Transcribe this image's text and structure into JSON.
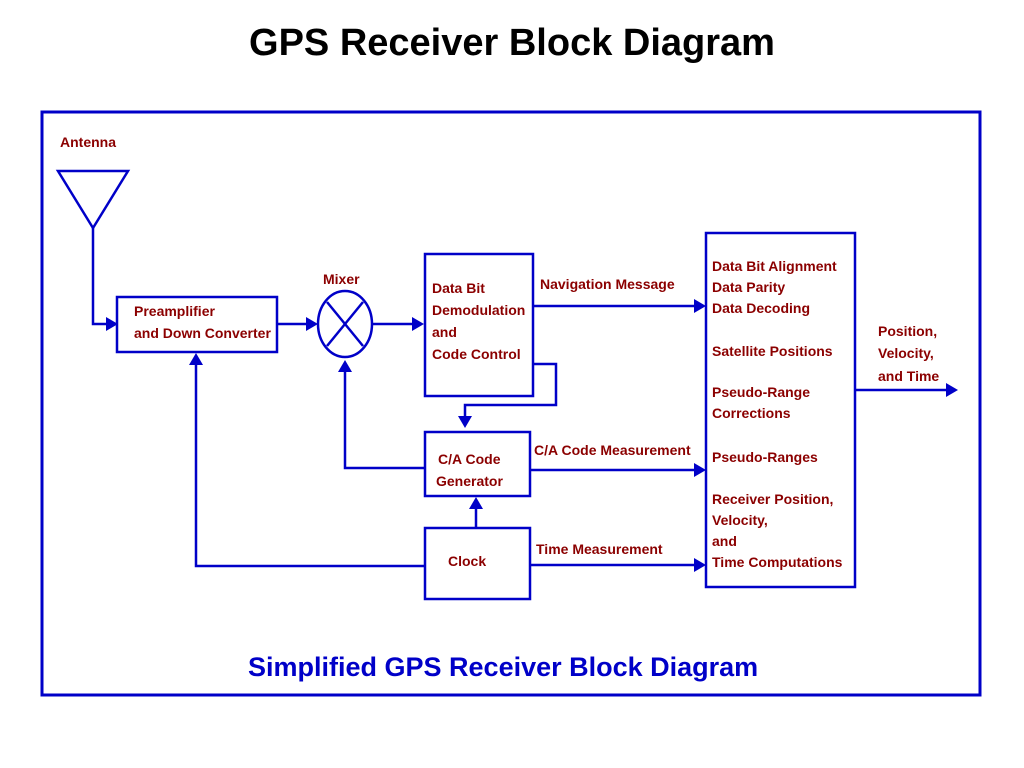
{
  "title": "GPS Receiver Block Diagram",
  "caption": "Simplified GPS Receiver Block Diagram",
  "colors": {
    "frame": "#0000c8",
    "label_text": "#8b0000",
    "title_text": "#000000"
  },
  "nodes": {
    "antenna": {
      "label": "Antenna"
    },
    "preamplifier": {
      "lines": [
        "Preamplifier",
        "and Down Converter"
      ]
    },
    "mixer": {
      "label": "Mixer"
    },
    "demodulation": {
      "lines": [
        "Data Bit",
        "Demodulation",
        "and",
        "Code Control"
      ]
    },
    "ca_code_generator": {
      "lines": [
        "C/A Code",
        "Generator"
      ]
    },
    "clock": {
      "label": "Clock"
    },
    "processor": {
      "lines": [
        "Data Bit Alignment",
        "Data Parity",
        "Data Decoding",
        "Satellite Positions",
        "Pseudo-Range",
        "Corrections",
        "Pseudo-Ranges",
        "Receiver Position,",
        "Velocity,",
        "and",
        "Time Computations"
      ]
    }
  },
  "edges": {
    "navigation_message": "Navigation Message",
    "ca_code_measurement": "C/A Code Measurement",
    "time_measurement": "Time Measurement",
    "output": {
      "lines": [
        "Position,",
        "Velocity,",
        "and Time"
      ]
    }
  }
}
